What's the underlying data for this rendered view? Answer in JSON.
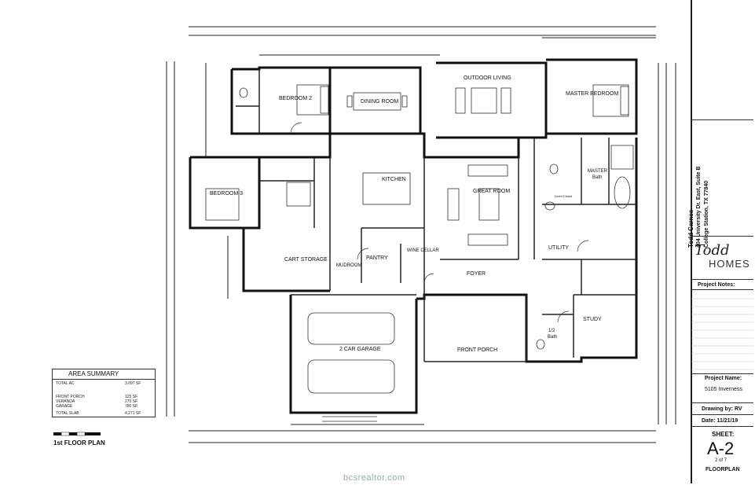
{
  "rooms": {
    "bedroom2": "BEDROOM 2",
    "dining": "DINING ROOM",
    "outdoor": "OUTDOOR LIVING",
    "master": "MASTER BEDROOM",
    "kitchen": "KITCHEN",
    "great": "GREAT ROOM",
    "bedroom3": "BEDROOM 3",
    "cart": "CART STORAGE",
    "pantry": "PANTRY",
    "wine": "WINE CELLAR",
    "mudroom": "MUDROOM",
    "foyer": "FOYER",
    "master_bath_1": "MASTER",
    "master_bath_2": "Bath",
    "utility": "UTILITY",
    "study": "STUDY",
    "half_bath_1": "1/2",
    "half_bath_2": "Bath",
    "garage": "2 CAR GARAGE",
    "front_porch": "FRONT PORCH",
    "linen_closet": "Linen Closet"
  },
  "area_summary": {
    "title": "AREA SUMMARY",
    "rows": [
      {
        "label": "TOTAL AC",
        "value": "3,097 SF"
      },
      {
        "label": "FRONT PORCH",
        "value": "125 SF"
      },
      {
        "label": "VERANDA",
        "value": "270 SF"
      },
      {
        "label": "GARAGE",
        "value": "780 SF"
      },
      {
        "label": "TOTAL SLAB",
        "value": "4,271 SF"
      }
    ]
  },
  "drawing_title": "1st FLOOR PLAN",
  "title_block": {
    "company": "Todd Carnes",
    "address_1": "404 University Dr. East, Suite B",
    "address_2": "College Station, TX 77840",
    "logo_script": "Todd",
    "logo_word": "HOMES",
    "project_notes": "Project Notes:",
    "project_name_label": "Project Name:",
    "project_name": "5105 Inverness",
    "drawing_by": "Drawing by: RV",
    "date": "Date: 11/21/19",
    "sheet_label": "SHEET:",
    "sheet_number": "A-2",
    "sheet_count": "2 of 7",
    "sheet_title": "FLOORPLAN"
  },
  "watermark": "bcsrealtor.com"
}
